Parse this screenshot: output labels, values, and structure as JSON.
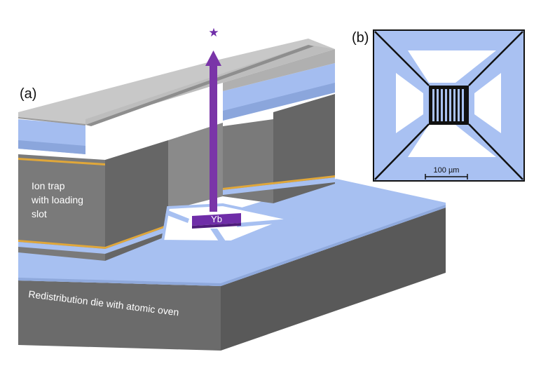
{
  "panels": {
    "a": {
      "label": "(a)"
    },
    "b": {
      "label": "(b)"
    }
  },
  "labels": {
    "ion_trap_line1": "Ion trap",
    "ion_trap_line2": "with loading",
    "ion_trap_line3": "slot",
    "redistribution_die": "Redistribution die with atomic oven",
    "source_element": "Yb",
    "emission_marker": "★",
    "scale_bar": "100 µm"
  },
  "colors": {
    "die_gray": "#6e6e6e",
    "trap_gray": "#7a7a7a",
    "electrode_gray": "#bdbdbd",
    "dielectric_blue": "#a4bdf0",
    "gold_trace": "#e0a73a",
    "atom_beam": "#7a35a8",
    "oven_purple": "#6f2da8",
    "micrograph_blue": "#a9c1f2"
  }
}
